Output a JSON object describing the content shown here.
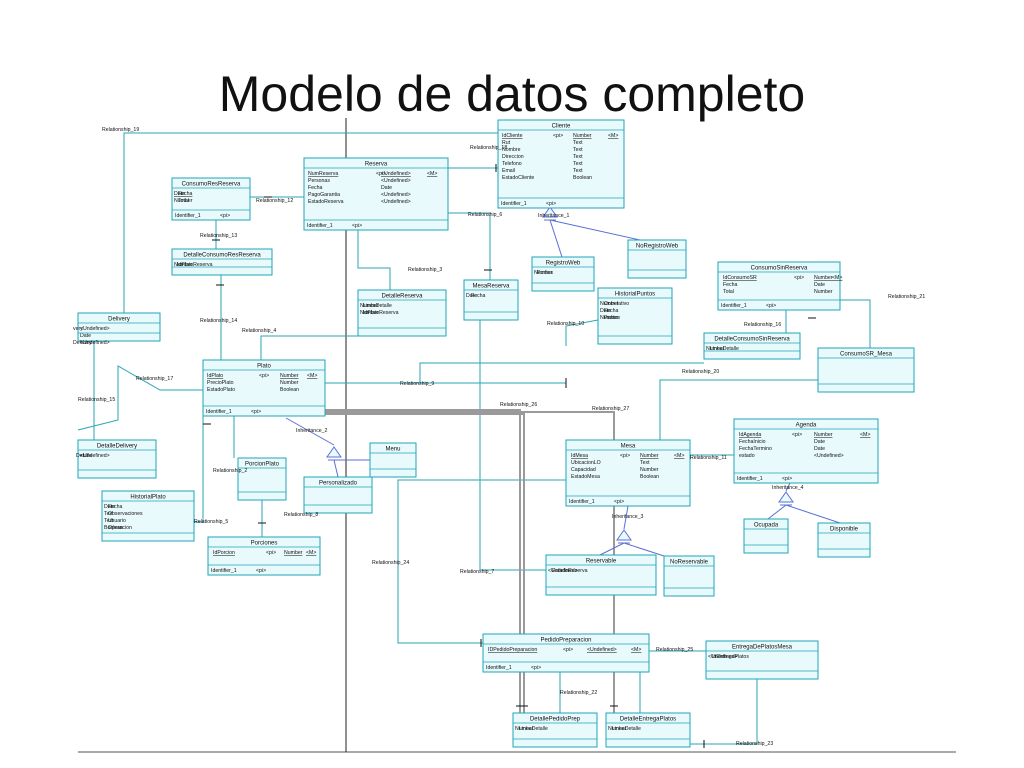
{
  "title": "Modelo de datos completo",
  "entities": [
    {
      "id": "cliente",
      "name": "Cliente",
      "rows": [
        [
          "IdCliente",
          "<pi>",
          "Number",
          "<M>"
        ],
        [
          "Rut",
          "",
          "Text",
          ""
        ],
        [
          "Nombre",
          "",
          "Text",
          ""
        ],
        [
          "Direccion",
          "",
          "Text",
          ""
        ],
        [
          "Telefono",
          "",
          "Text",
          ""
        ],
        [
          "Email",
          "",
          "Text",
          ""
        ],
        [
          "EstadoCliente",
          "",
          "Boolean",
          ""
        ]
      ],
      "identifier": [
        "Identifier_1",
        "<pi>"
      ]
    },
    {
      "id": "reserva",
      "name": "Reserva",
      "rows": [
        [
          "NumReserva",
          "<pi>",
          "<Undefined>",
          "<M>"
        ],
        [
          "Personas",
          "",
          "<Undefined>",
          ""
        ],
        [
          "Fecha",
          "",
          "Date",
          ""
        ],
        [
          "PagoGarantia",
          "",
          "<Undefined>",
          ""
        ],
        [
          "EstadoReserva",
          "",
          "<Undefined>",
          ""
        ]
      ],
      "identifier": [
        "Identifier_1",
        "<pi>"
      ]
    },
    {
      "id": "consumo-res",
      "name": "ConsumoResReserva",
      "rows": [
        [
          "Fecha",
          "",
          "Date",
          ""
        ],
        [
          "Total",
          "",
          "Number",
          ""
        ]
      ],
      "identifier": [
        "Identifier_1",
        "<pi>"
      ]
    },
    {
      "id": "det-consumo-res",
      "name": "DetalleConsumoResReserva",
      "rows": [
        [
          "IdPlatoReserva",
          "",
          "Number",
          ""
        ]
      ]
    },
    {
      "id": "delivery",
      "name": "Delivery",
      "rows": [
        [
          "very",
          "",
          "<Undefined>",
          ""
        ],
        [
          "",
          "",
          "Date",
          ""
        ],
        [
          "Delivery",
          "",
          "<Undefined>",
          ""
        ]
      ]
    },
    {
      "id": "det-reserva",
      "name": "DetalleReserva",
      "rows": [
        [
          "LineaDetalle",
          "",
          "Number",
          ""
        ],
        [
          "IdPlatoReserva",
          "",
          "Number",
          ""
        ]
      ]
    },
    {
      "id": "mesa-reserva",
      "name": "MesaReserva",
      "rows": [
        [
          "Fecha",
          "",
          "Date",
          ""
        ]
      ]
    },
    {
      "id": "registro-web",
      "name": "RegistroWeb",
      "rows": [
        [
          "Puntos",
          "",
          "Number",
          ""
        ]
      ]
    },
    {
      "id": "no-registro-web",
      "name": "NoRegistroWeb",
      "rows": []
    },
    {
      "id": "historial-puntos",
      "name": "HistorialPuntos",
      "rows": [
        [
          "Correlativo",
          "",
          "Number",
          ""
        ],
        [
          "Fecha",
          "",
          "Date",
          ""
        ],
        [
          "Puntos",
          "",
          "Number",
          ""
        ]
      ]
    },
    {
      "id": "consumo-sin-res",
      "name": "ConsumoSinReserva",
      "rows": [
        [
          "IdConsumoSR",
          "<pi>",
          "Number",
          "<M>"
        ],
        [
          "Fecha",
          "",
          "Date",
          ""
        ],
        [
          "Total",
          "",
          "Number",
          ""
        ]
      ],
      "identifier": [
        "Identifier_1",
        "<pi>"
      ]
    },
    {
      "id": "det-consumo-sin-res",
      "name": "DetalleConsumoSinReserva",
      "rows": [
        [
          "LineaDetalle",
          "",
          "Number",
          ""
        ]
      ]
    },
    {
      "id": "consumo-sr-mesa",
      "name": "ConsumoSR_Mesa",
      "rows": []
    },
    {
      "id": "plato",
      "name": "Plato",
      "rows": [
        [
          "IdPlato",
          "<pi>",
          "Number",
          "<M>"
        ],
        [
          "PrecioPlato",
          "",
          "Number",
          ""
        ],
        [
          "EstadoPlato",
          "",
          "Boolean",
          ""
        ]
      ],
      "identifier": [
        "Identifier_1",
        "<pi>"
      ]
    },
    {
      "id": "det-delivery",
      "name": "DetalleDelivery",
      "rows": [
        [
          "Detalle",
          "",
          "<Undefined>",
          ""
        ]
      ]
    },
    {
      "id": "menu",
      "name": "Menu",
      "rows": []
    },
    {
      "id": "personalizado",
      "name": "Personalizado",
      "rows": []
    },
    {
      "id": "porcion-plato",
      "name": "PorcionPlato",
      "rows": []
    },
    {
      "id": "historial-plato",
      "name": "HistorialPlato",
      "rows": [
        [
          "Fecha",
          "",
          "Date",
          ""
        ],
        [
          "Observaciones",
          "",
          "Text",
          ""
        ],
        [
          "Usuario",
          "",
          "Text",
          ""
        ],
        [
          "Operacion",
          "",
          "Boolean",
          ""
        ]
      ]
    },
    {
      "id": "porciones",
      "name": "Porciones",
      "rows": [
        [
          "IdPorcion",
          "<pi>",
          "Number",
          "<M>"
        ]
      ],
      "identifier": [
        "Identifier_1",
        "<pi>"
      ]
    },
    {
      "id": "mesa",
      "name": "Mesa",
      "rows": [
        [
          "IdMesa",
          "<pi>",
          "Number",
          "<M>"
        ],
        [
          "UbicacionLO",
          "",
          "Text",
          ""
        ],
        [
          "Capacidad",
          "",
          "Number",
          ""
        ],
        [
          "EstadoMesa",
          "",
          "Boolean",
          ""
        ]
      ],
      "identifier": [
        "Identifier_1",
        "<pi>"
      ]
    },
    {
      "id": "agenda",
      "name": "Agenda",
      "rows": [
        [
          "IdAgenda",
          "<pi>",
          "Number",
          "<M>"
        ],
        [
          "FechaInicio",
          "",
          "Date",
          ""
        ],
        [
          "FechaTermino",
          "",
          "Date",
          ""
        ],
        [
          "estado",
          "",
          "<Undefined>",
          ""
        ]
      ],
      "identifier": [
        "Identifier_1",
        "<pi>"
      ]
    },
    {
      "id": "ocupada",
      "name": "Ocupada",
      "rows": []
    },
    {
      "id": "disponible",
      "name": "Disponible",
      "rows": []
    },
    {
      "id": "reservable",
      "name": "Reservable",
      "rows": [
        [
          "EstadoReserva",
          "",
          "<Undefined>",
          ""
        ]
      ]
    },
    {
      "id": "no-reservable",
      "name": "NoReservable",
      "rows": []
    },
    {
      "id": "pedido-prep",
      "name": "PedidoPreparacion",
      "rows": [
        [
          "IDPedidoPreparacion",
          "<pi>",
          "<Undefined>",
          "<M>"
        ]
      ],
      "identifier": [
        "Identifier_1",
        "<pi>"
      ]
    },
    {
      "id": "entrega-platos",
      "name": "EntregaDePlatosMesa",
      "rows": [
        [
          "IdEntregaPlatos",
          "",
          "<Undefined>",
          ""
        ]
      ]
    },
    {
      "id": "det-pedido",
      "name": "DetallePedidoPrep",
      "rows": [
        [
          "LineaDetalle",
          "",
          "Number",
          ""
        ]
      ]
    },
    {
      "id": "det-entrega",
      "name": "DetalleEntregaPlatos",
      "rows": [
        [
          "LineaDetalle",
          "",
          "Number",
          ""
        ]
      ]
    }
  ],
  "relationships": [
    "Relationship_19",
    "Relationship_12",
    "Relationship_13",
    "Relationship_14",
    "Relationship_4",
    "Relationship_17",
    "Relationship_15",
    "Relationship_16",
    "Relationship_5",
    "Relationship_2",
    "Relationship_3",
    "Relationship_6",
    "Relationship_18",
    "Relationship_21",
    "Relationship_20",
    "Relationship_26",
    "Relationship_27",
    "Relationship_11",
    "Relationship_24",
    "Relationship_7",
    "Relationship_25",
    "Relationship_22",
    "Relationship_23",
    "Relationship_10",
    "Relationship_8",
    "Relationship_9"
  ],
  "inheritances": [
    "Inheritance_1",
    "Inheritance_2",
    "Inheritance_3",
    "Inheritance_4"
  ]
}
